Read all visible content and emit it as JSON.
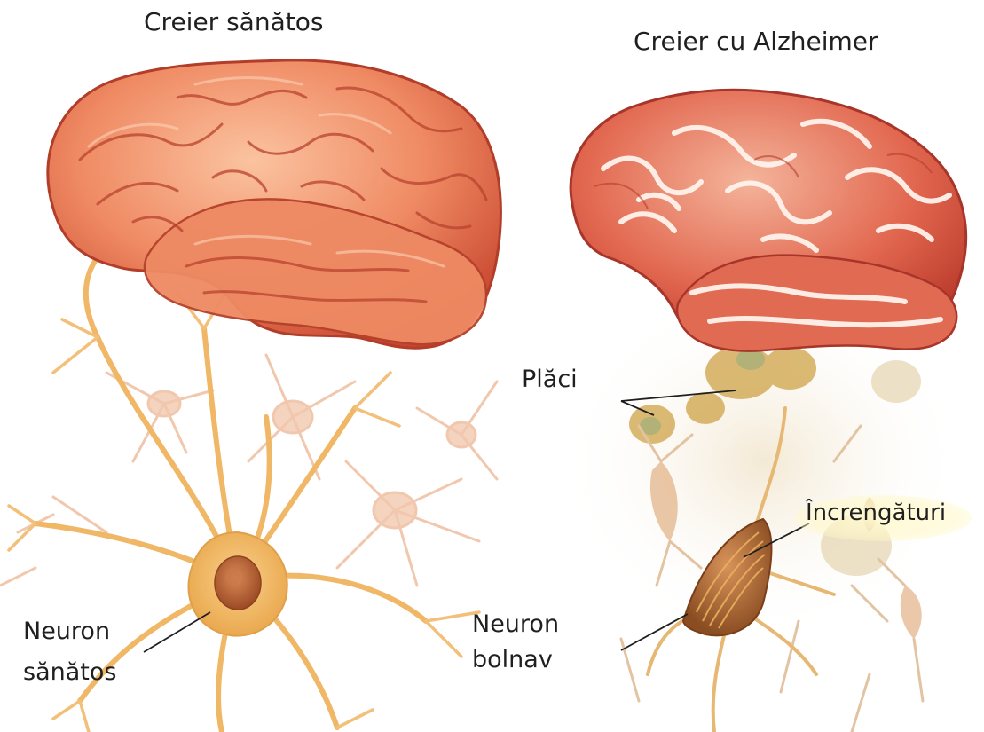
{
  "titles": {
    "healthy": "Creier sănătos",
    "alzheimer": "Creier cu Alzheimer"
  },
  "labels": {
    "plaques": "Plăci",
    "tangles": "Încrengături",
    "healthy_neuron_line1": "Neuron",
    "healthy_neuron_line2": "sănătos",
    "sick_neuron_line1": "Neuron",
    "sick_neuron_line2": "bolnav"
  },
  "colors": {
    "brain_light": "#f7a77f",
    "brain_mid": "#e8714f",
    "brain_dark": "#c2432d",
    "atrophied_brain": "#dd5a45",
    "neuron": "#f0b45a",
    "neuron_faint": "#f2cdb6",
    "plaque": "#c9a24a",
    "tangle": "#8a5a2a",
    "leader_line": "#1f1f1f"
  }
}
